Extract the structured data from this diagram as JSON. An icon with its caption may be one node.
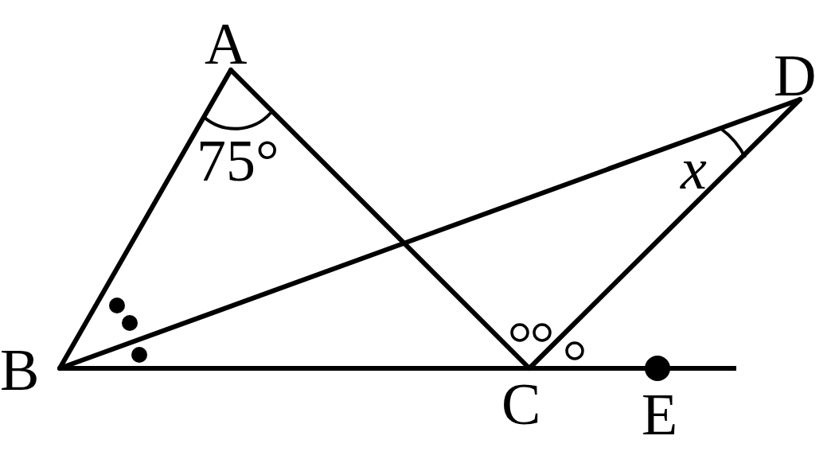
{
  "diagram": {
    "nodes": [
      {
        "text": [
          "A"
        ]
      },
      {
        "text": [
          "B"
        ]
      },
      {
        "text": [
          "C"
        ]
      },
      {
        "text": [
          "D"
        ]
      },
      {
        "text": [
          "E"
        ]
      }
    ],
    "edges": [
      {
        "from": 0,
        "to": 1,
        "arrow": "none"
      },
      {
        "from": 0,
        "to": 2,
        "arrow": "none"
      },
      {
        "from": 1,
        "to": 3,
        "arrow": "none"
      },
      {
        "from": 2,
        "to": 3,
        "arrow": "none"
      },
      {
        "from": 1,
        "to": 2,
        "arrow": "none"
      },
      {
        "from": 2,
        "to": 4,
        "arrow": "none"
      }
    ],
    "labels": [
      "75°",
      "x"
    ]
  }
}
